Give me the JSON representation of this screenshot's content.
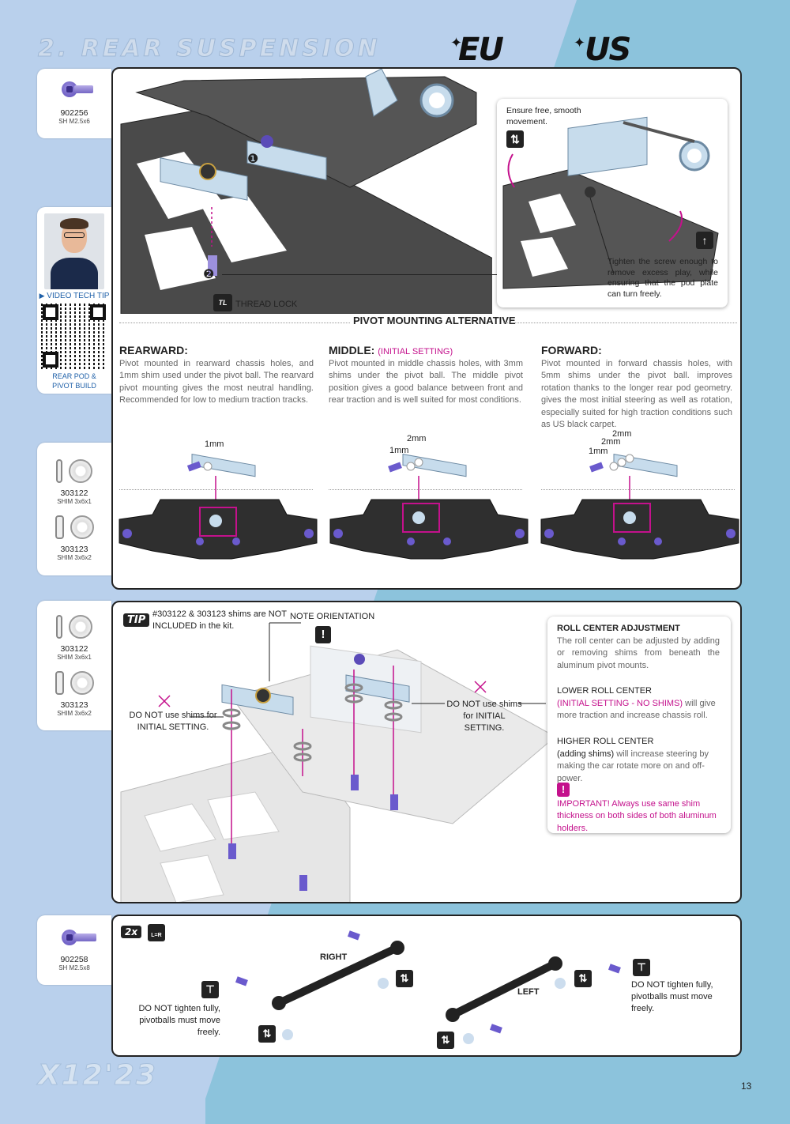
{
  "header": {
    "title": "2. REAR SUSPENSION",
    "logo_eu": "EU",
    "logo_us": "US"
  },
  "footer": {
    "model": "X12'23",
    "page_number": "13"
  },
  "sidebar": {
    "part1": {
      "code": "902256",
      "desc": "SH M2.5x6"
    },
    "video": {
      "label": "VIDEO TECH TIP",
      "caption": "REAR POD & PIVOT BUILD"
    },
    "shims_a": [
      {
        "code": "303122",
        "desc": "SHIM 3x6x1"
      },
      {
        "code": "303123",
        "desc": "SHIM 3x6x2"
      }
    ],
    "shims_b": [
      {
        "code": "303122",
        "desc": "SHIM 3x6x1"
      },
      {
        "code": "303123",
        "desc": "SHIM 3x6x2"
      }
    ],
    "part2": {
      "code": "902258",
      "desc": "SH M2.5x8"
    }
  },
  "panel1": {
    "step1": "❶",
    "step2": "❷",
    "thread_lock": "THREAD LOCK",
    "tl_icon": "TL",
    "callout_top": "Ensure free, smooth movement.",
    "callout_bottom": "Tighten the screw enough to remove excess play, while ensuring that the pod plate can turn freely.",
    "divider_title": "PIVOT MOUNTING ALTERNATIVE",
    "rearward": {
      "title": "REARWARD:",
      "text": "Pivot mounted in rearward chassis holes, and 1mm shim used under the pivot ball. The rearvard pivot mounting gives the most neutral handling. Recommended for low to medium traction tracks.",
      "shims": [
        "1mm"
      ]
    },
    "middle": {
      "title": "MIDDLE:",
      "subtitle": "(INITIAL SETTING)",
      "text": "Pivot mounted in middle chassis holes, with 3mm shims under the pivot ball. The middle pivot position gives a good balance between front and rear traction and is well suited for most conditions.",
      "shims": [
        "2mm",
        "1mm"
      ]
    },
    "forward": {
      "title": "FORWARD:",
      "text": "Pivot mounted in forward chassis holes, with 5mm shims under the pivot ball. improves rotation thanks to the longer rear pod geometry. gives the most initial steering as well as rotation, especially suited for high traction conditions such as US black carpet.",
      "shims": [
        "2mm",
        "2mm",
        "1mm"
      ]
    }
  },
  "panel2": {
    "tip_badge": "TIP",
    "tip_text": "#303122 & 303123 shims are NOT INCLUDED in the kit.",
    "note_orientation": "NOTE ORIENTATION",
    "warn_left": "DO NOT use shims for INITIAL SETTING.",
    "warn_right": "DO NOT use shims for INITIAL SETTING.",
    "roll_title": "ROLL CENTER ADJUSTMENT",
    "roll_text": "The roll center can be adjusted by adding or removing shims from beneath the aluminum pivot mounts.",
    "lower_title": "LOWER ROLL CENTER",
    "lower_highlight": "(INITIAL SETTING - NO SHIMS)",
    "lower_text": "will give more traction and increase chassis roll.",
    "higher_title": "HIGHER ROLL CENTER",
    "higher_highlight": "(adding shims)",
    "higher_text": "will increase steering by making the car rotate more on and off-power.",
    "important": "IMPORTANT! Always use same shim thickness on both sides of both aluminum holders.",
    "exclaim": "!"
  },
  "panel3": {
    "qty": "2x",
    "lr_icon": "L=R",
    "right_label": "RIGHT",
    "left_label": "LEFT",
    "note_left": "DO NOT tighten fully, pivotballs must move freely.",
    "note_right": "DO NOT tighten fully, pivotballs must move freely."
  },
  "colors": {
    "accent": "#c4118c",
    "panel_border": "#222222",
    "bg_light": "#b9d0ec",
    "bg_dark": "#8cc3dc",
    "screw": "#6a5acd",
    "chassis_dark": "#3a3a3a",
    "alu": "#c7dcec"
  }
}
